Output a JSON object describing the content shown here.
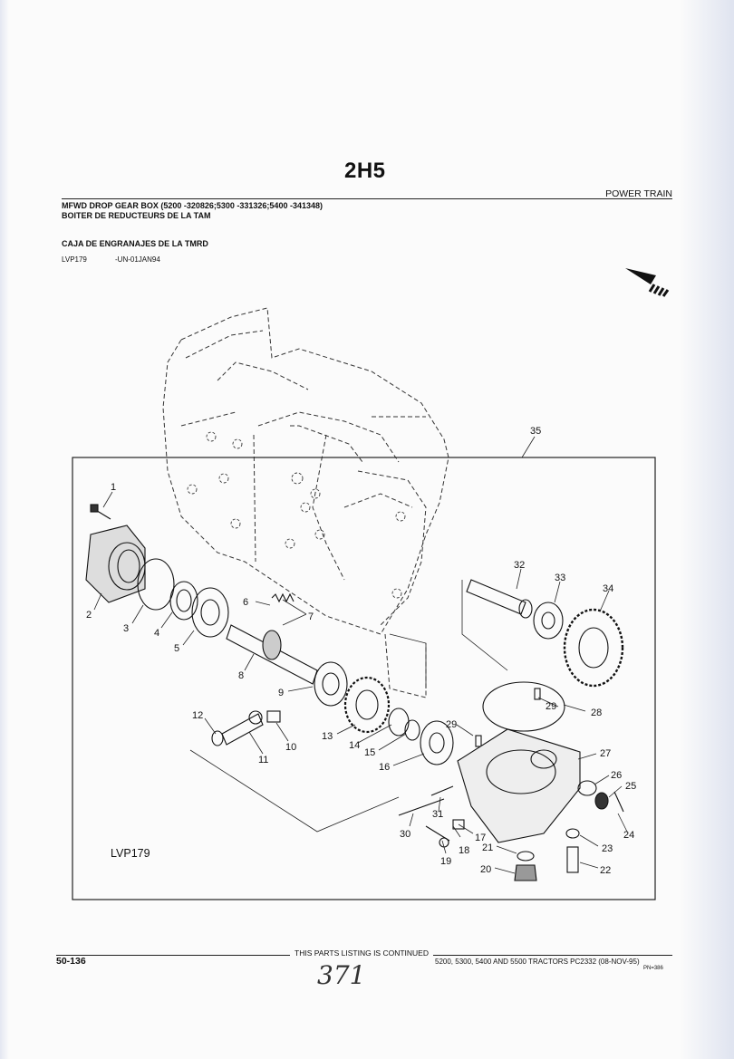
{
  "page_code": "2H5",
  "section": "POWER TRAIN",
  "titles": {
    "en": "MFWD DROP GEAR BOX (5200 -320826;5300 -331326;5400 -341348)",
    "fr": "BOITER DE REDUCTEURS DE LA TAM",
    "es": "CAJA DE ENGRANAJES DE LA TMRD"
  },
  "reference": {
    "code": "LVP179",
    "date": "-UN-01JAN94"
  },
  "diagram": {
    "label": "LVP179",
    "callouts": [
      "1",
      "2",
      "3",
      "4",
      "5",
      "6",
      "7",
      "8",
      "9",
      "10",
      "11",
      "12",
      "13",
      "14",
      "15",
      "16",
      "17",
      "18",
      "19",
      "20",
      "21",
      "22",
      "23",
      "24",
      "25",
      "26",
      "27",
      "28",
      "29",
      "29",
      "30",
      "31",
      "32",
      "33",
      "34",
      "35"
    ]
  },
  "footer": {
    "page_number": "50-136",
    "continued": "THIS PARTS LISTING IS CONTINUED",
    "tractors": "5200, 5300, 5400 AND 5500 TRACTORS   PC2332   (08-NOV-95)",
    "pn": "PN=386",
    "handwritten": "371"
  }
}
